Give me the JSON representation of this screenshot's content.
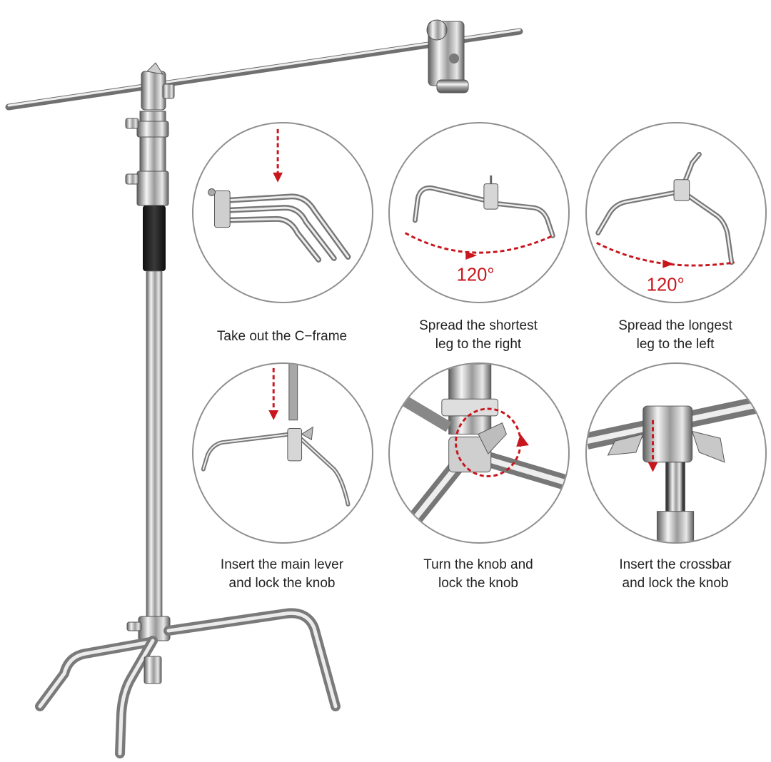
{
  "colors": {
    "accent_red": "#c8161d",
    "circle_border": "#8f8f8f",
    "steel_light": "#e6e6e6",
    "steel_dark": "#6b6b6b",
    "grip_black": "#1c1c1c"
  },
  "steps": [
    {
      "lines": [
        "Take out the C−frame"
      ]
    },
    {
      "lines": [
        "Spread the shortest",
        "leg to the right"
      ],
      "angle": "120°"
    },
    {
      "lines": [
        "Spread the longest",
        "leg to the left"
      ],
      "angle": "120°"
    },
    {
      "lines": [
        "Insert the main lever",
        "and lock the knob"
      ]
    },
    {
      "lines": [
        "Turn the knob and",
        "lock the knob"
      ]
    },
    {
      "lines": [
        "Insert the crossbar",
        "and lock the knob"
      ]
    }
  ]
}
